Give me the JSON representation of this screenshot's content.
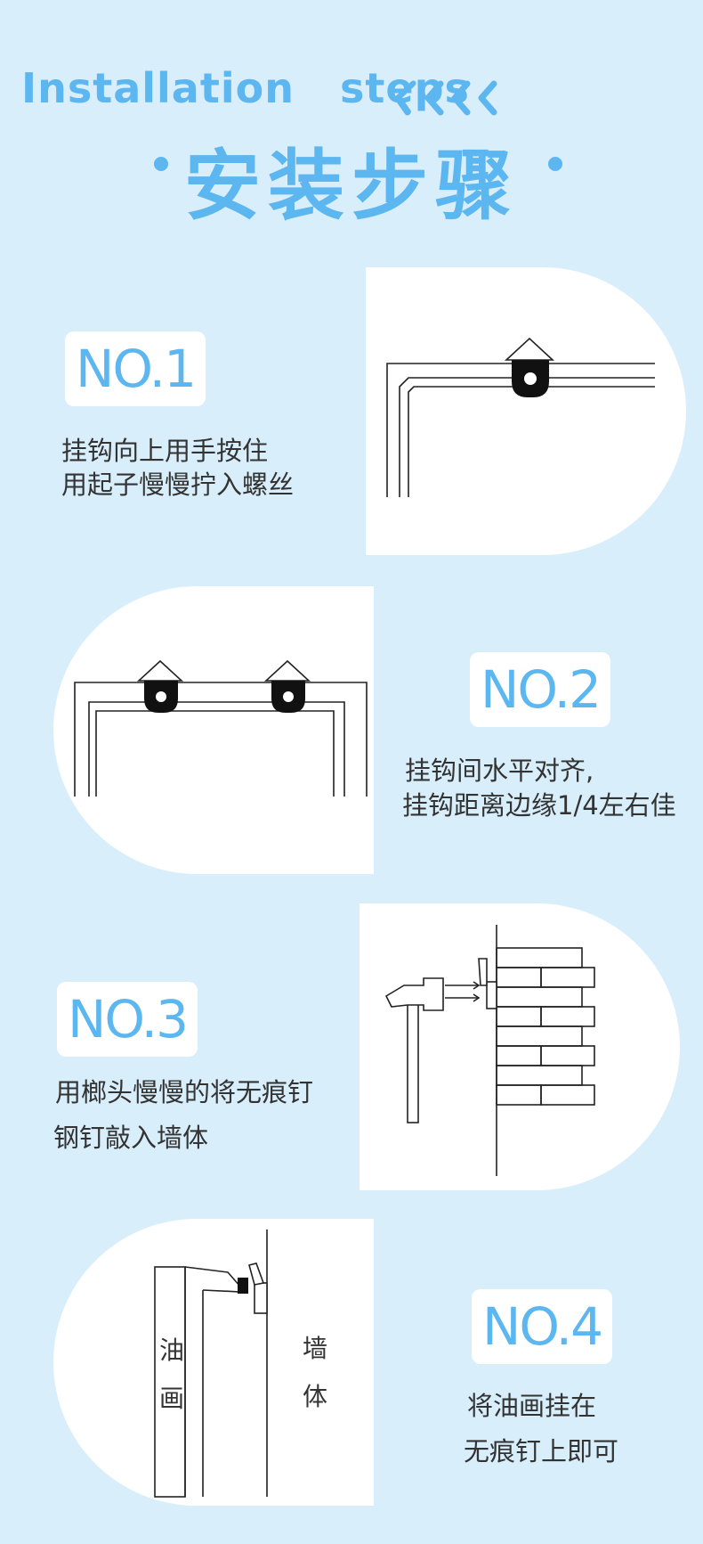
{
  "header": {
    "title_en": "Installation   steps",
    "title_cn": "安装步骤"
  },
  "colors": {
    "accent": "#5cb6ef",
    "background": "#d9eefb",
    "card": "#ffffff",
    "text": "#333333"
  },
  "steps": [
    {
      "number": "NO.1",
      "line1": "挂钩向上用手按住",
      "line2": "用起子慢慢拧入螺丝"
    },
    {
      "number": "NO.2",
      "line1": "挂钩间水平对齐,",
      "line2": "挂钩距离边缘1/4左右佳"
    },
    {
      "number": "NO.3",
      "line1": "用榔头慢慢的将无痕钉",
      "line2": "钢钉敲入墙体"
    },
    {
      "number": "NO.4",
      "line1": "将油画挂在",
      "line2": "无痕钉上即可"
    }
  ],
  "diagram_labels": {
    "painting_char1": "油",
    "painting_char2": "画",
    "wall_char1": "墙",
    "wall_char2": "体"
  }
}
